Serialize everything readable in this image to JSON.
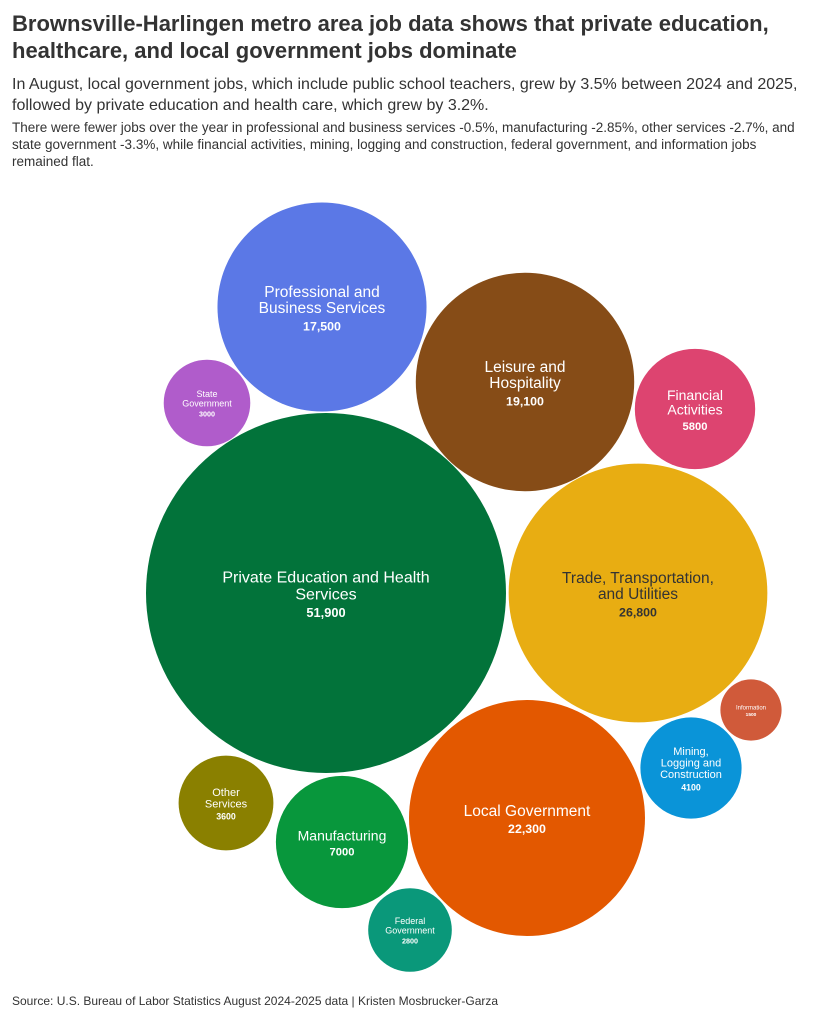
{
  "title": "Brownsville-Harlingen metro area job data shows that private education, healthcare, and local government jobs dominate",
  "subtitle": "In August, local government jobs, which include public school teachers, grew by 3.5% between 2024 and 2025, followed by private education and health care, which grew by 3.2%.",
  "note": "There were fewer jobs over the year in professional and business services -0.5%, manufacturing -2.85%, other services -2.7%, and state government -3.3%, while financial activities, mining, logging and construction, federal government, and information jobs remained flat.",
  "source": "Source: U.S. Bureau of Labor Statistics August 2024-2025 data | Kristen Mosbrucker-Garza",
  "chart_data": {
    "type": "bubble",
    "title": "Brownsville-Harlingen metro area jobs by sector, August 2025",
    "series": [
      {
        "name": [
          "Professional and",
          "Business Services"
        ],
        "label": "17,500",
        "value": 17500,
        "color": "#5b78e6"
      },
      {
        "name": [
          "State",
          "Government"
        ],
        "label": "3000",
        "value": 3000,
        "color": "#b05ccb"
      },
      {
        "name": [
          "Leisure and",
          "Hospitality"
        ],
        "label": "19,100",
        "value": 19100,
        "color": "#864c17"
      },
      {
        "name": [
          "Financial",
          "Activities"
        ],
        "label": "5800",
        "value": 5800,
        "color": "#dd4470"
      },
      {
        "name": [
          "Private Education and Health",
          "Services"
        ],
        "label": "51,900",
        "value": 51900,
        "color": "#02733a"
      },
      {
        "name": [
          "Trade, Transportation,",
          "and Utilities"
        ],
        "label": "26,800",
        "value": 26800,
        "color": "#e8ad12"
      },
      {
        "name": [
          "Information"
        ],
        "label": "1500",
        "value": 1500,
        "color": "#d05a3a"
      },
      {
        "name": [
          "Mining,",
          "Logging and",
          "Construction"
        ],
        "label": "4100",
        "value": 4100,
        "color": "#0a94d8"
      },
      {
        "name": [
          "Local Government"
        ],
        "label": "22,300",
        "value": 22300,
        "color": "#e35800"
      },
      {
        "name": [
          "Other",
          "Services"
        ],
        "label": "3600",
        "value": 3600,
        "color": "#8a8000"
      },
      {
        "name": [
          "Manufacturing"
        ],
        "label": "7000",
        "value": 7000,
        "color": "#08973c"
      },
      {
        "name": [
          "Federal",
          "Government"
        ],
        "label": "2800",
        "value": 2800,
        "color": "#0a987a"
      }
    ]
  }
}
